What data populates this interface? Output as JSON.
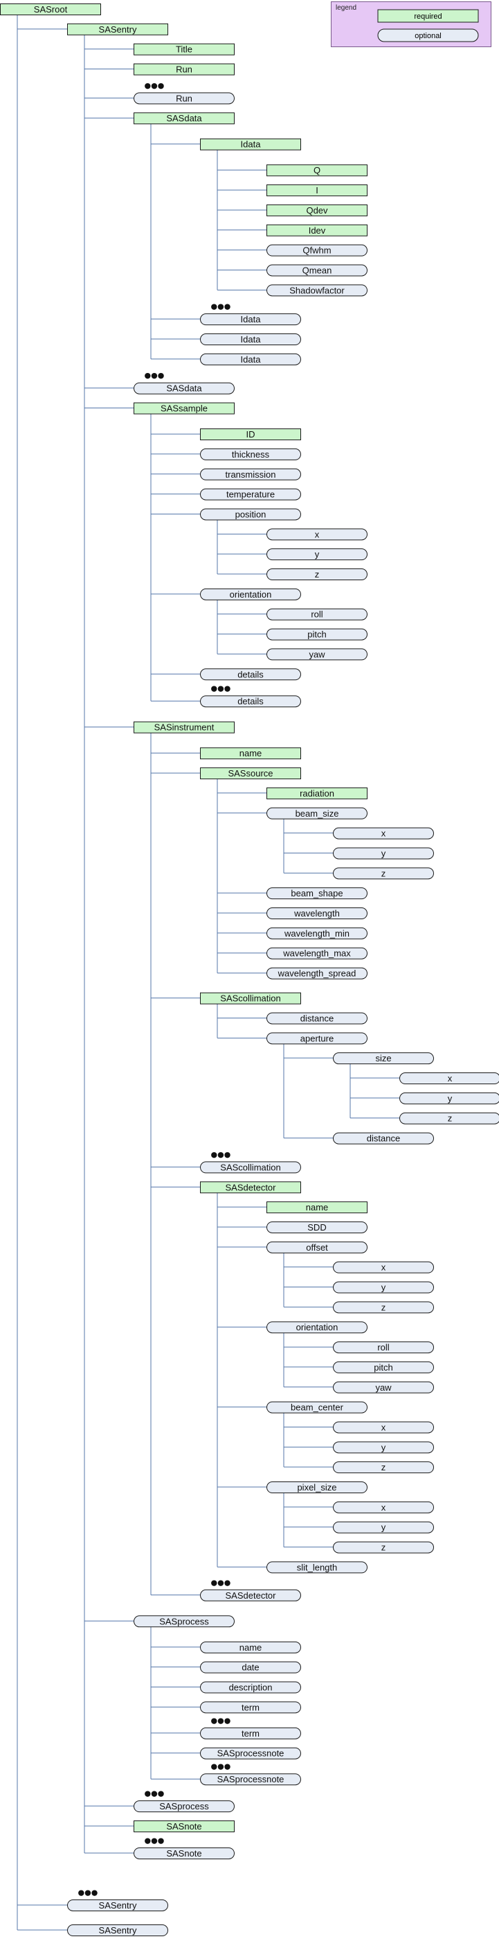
{
  "legend": {
    "title": "legend",
    "required_label": "required",
    "optional_label": "optional"
  },
  "colors": {
    "required_fill": "#ccf5cc",
    "optional_fill": "#e6ecf5",
    "box_stroke": "#1a1a1a",
    "line": "#5577aa",
    "legend_fill": "#e6c8f5"
  },
  "ellipsis": "●●●",
  "tree": [
    {
      "label": "SASroot",
      "kind": "required",
      "level": 0,
      "row": 0
    },
    {
      "label": "SASentry",
      "kind": "required",
      "level": 1,
      "row": 1
    },
    {
      "label": "Title",
      "kind": "required",
      "level": 2,
      "row": 2
    },
    {
      "label": "Run",
      "kind": "required",
      "level": 2,
      "row": 3
    },
    {
      "label": "Run",
      "kind": "optional",
      "level": 2,
      "row": 4.45,
      "ellipsis": true
    },
    {
      "label": "SASdata",
      "kind": "required",
      "level": 2,
      "row": 5.45
    },
    {
      "label": "Idata",
      "kind": "required",
      "level": 3,
      "row": 6.75
    },
    {
      "label": "Q",
      "kind": "required",
      "level": 4,
      "row": 8.05
    },
    {
      "label": "I",
      "kind": "required",
      "level": 4,
      "row": 9.05
    },
    {
      "label": "Qdev",
      "kind": "required",
      "level": 4,
      "row": 10.05
    },
    {
      "label": "Idev",
      "kind": "required",
      "level": 4,
      "row": 11.05
    },
    {
      "label": "Qfwhm",
      "kind": "optional",
      "level": 4,
      "row": 12.05
    },
    {
      "label": "Qmean",
      "kind": "optional",
      "level": 4,
      "row": 13.05
    },
    {
      "label": "Shadowfactor",
      "kind": "optional",
      "level": 4,
      "row": 14.05
    },
    {
      "label": "Idata",
      "kind": "optional",
      "level": 3,
      "row": 15.5,
      "ellipsis": true
    },
    {
      "label": "Idata",
      "kind": "optional",
      "level": 3,
      "row": 16.5
    },
    {
      "label": "Idata",
      "kind": "optional",
      "level": 3,
      "row": 17.5
    },
    {
      "label": "SASdata",
      "kind": "optional",
      "level": 2,
      "row": 18.95,
      "ellipsis": true
    },
    {
      "label": "SASsample",
      "kind": "required",
      "level": 2,
      "row": 19.95
    },
    {
      "label": "ID",
      "kind": "required",
      "level": 3,
      "row": 21.25
    },
    {
      "label": "thickness",
      "kind": "optional",
      "level": 3,
      "row": 22.25
    },
    {
      "label": "transmission",
      "kind": "optional",
      "level": 3,
      "row": 23.25
    },
    {
      "label": "temperature",
      "kind": "optional",
      "level": 3,
      "row": 24.25
    },
    {
      "label": "position",
      "kind": "optional",
      "level": 3,
      "row": 25.25
    },
    {
      "label": "x",
      "kind": "optional",
      "level": 4,
      "row": 26.25
    },
    {
      "label": "y",
      "kind": "optional",
      "level": 4,
      "row": 27.25
    },
    {
      "label": "z",
      "kind": "optional",
      "level": 4,
      "row": 28.25
    },
    {
      "label": "orientation",
      "kind": "optional",
      "level": 3,
      "row": 29.25
    },
    {
      "label": "roll",
      "kind": "optional",
      "level": 4,
      "row": 30.25
    },
    {
      "label": "pitch",
      "kind": "optional",
      "level": 4,
      "row": 31.25
    },
    {
      "label": "yaw",
      "kind": "optional",
      "level": 4,
      "row": 32.25
    },
    {
      "label": "details",
      "kind": "optional",
      "level": 3,
      "row": 33.25
    },
    {
      "label": "details",
      "kind": "optional",
      "level": 3,
      "row": 34.6,
      "ellipsis": true
    },
    {
      "label": "SASinstrument",
      "kind": "required",
      "level": 2,
      "row": 35.9
    },
    {
      "label": "name",
      "kind": "required",
      "level": 3,
      "row": 37.2
    },
    {
      "label": "SASsource",
      "kind": "required",
      "level": 3,
      "row": 38.2
    },
    {
      "label": "radiation",
      "kind": "required",
      "level": 4,
      "row": 39.2
    },
    {
      "label": "beam_size",
      "kind": "optional",
      "level": 4,
      "row": 40.2
    },
    {
      "label": "x",
      "kind": "optional",
      "level": 5,
      "row": 41.2
    },
    {
      "label": "y",
      "kind": "optional",
      "level": 5,
      "row": 42.2
    },
    {
      "label": "z",
      "kind": "optional",
      "level": 5,
      "row": 43.2
    },
    {
      "label": "beam_shape",
      "kind": "optional",
      "level": 4,
      "row": 44.2
    },
    {
      "label": "wavelength",
      "kind": "optional",
      "level": 4,
      "row": 45.2
    },
    {
      "label": "wavelength_min",
      "kind": "optional",
      "level": 4,
      "row": 46.2
    },
    {
      "label": "wavelength_max",
      "kind": "optional",
      "level": 4,
      "row": 47.2
    },
    {
      "label": "wavelength_spread",
      "kind": "optional",
      "level": 4,
      "row": 48.2
    },
    {
      "label": "SAScollimation",
      "kind": "required",
      "level": 3,
      "row": 49.45
    },
    {
      "label": "distance",
      "kind": "optional",
      "level": 4,
      "row": 50.45
    },
    {
      "label": "aperture",
      "kind": "optional",
      "level": 4,
      "row": 51.45
    },
    {
      "label": "size",
      "kind": "optional",
      "level": 5,
      "row": 52.45
    },
    {
      "label": "x",
      "kind": "optional",
      "level": 6,
      "row": 53.45
    },
    {
      "label": "y",
      "kind": "optional",
      "level": 6,
      "row": 54.45
    },
    {
      "label": "z",
      "kind": "optional",
      "level": 6,
      "row": 55.45
    },
    {
      "label": "distance",
      "kind": "optional",
      "level": 5,
      "row": 56.45
    },
    {
      "label": "SAScollimation",
      "kind": "optional",
      "level": 3,
      "row": 57.9,
      "ellipsis": true
    },
    {
      "label": "SASdetector",
      "kind": "required",
      "level": 3,
      "row": 58.9
    },
    {
      "label": "name",
      "kind": "required",
      "level": 4,
      "row": 59.9
    },
    {
      "label": "SDD",
      "kind": "optional",
      "level": 4,
      "row": 60.9
    },
    {
      "label": "offset",
      "kind": "optional",
      "level": 4,
      "row": 61.9
    },
    {
      "label": "x",
      "kind": "optional",
      "level": 5,
      "row": 62.9
    },
    {
      "label": "y",
      "kind": "optional",
      "level": 5,
      "row": 63.9
    },
    {
      "label": "z",
      "kind": "optional",
      "level": 5,
      "row": 64.9
    },
    {
      "label": "orientation",
      "kind": "optional",
      "level": 4,
      "row": 65.9
    },
    {
      "label": "roll",
      "kind": "optional",
      "level": 5,
      "row": 66.9
    },
    {
      "label": "pitch",
      "kind": "optional",
      "level": 5,
      "row": 67.9
    },
    {
      "label": "yaw",
      "kind": "optional",
      "level": 5,
      "row": 68.9
    },
    {
      "label": "beam_center",
      "kind": "optional",
      "level": 4,
      "row": 69.9
    },
    {
      "label": "x",
      "kind": "optional",
      "level": 5,
      "row": 70.9
    },
    {
      "label": "y",
      "kind": "optional",
      "level": 5,
      "row": 71.9
    },
    {
      "label": "z",
      "kind": "optional",
      "level": 5,
      "row": 72.9
    },
    {
      "label": "pixel_size",
      "kind": "optional",
      "level": 4,
      "row": 73.9
    },
    {
      "label": "x",
      "kind": "optional",
      "level": 5,
      "row": 74.9
    },
    {
      "label": "y",
      "kind": "optional",
      "level": 5,
      "row": 75.9
    },
    {
      "label": "z",
      "kind": "optional",
      "level": 5,
      "row": 76.9
    },
    {
      "label": "slit_length",
      "kind": "optional",
      "level": 4,
      "row": 77.9
    },
    {
      "label": "SASdetector",
      "kind": "optional",
      "level": 3,
      "row": 79.3,
      "ellipsis": true
    },
    {
      "label": "SASprocess",
      "kind": "optional",
      "level": 2,
      "row": 80.6
    },
    {
      "label": "name",
      "kind": "optional",
      "level": 3,
      "row": 81.9
    },
    {
      "label": "date",
      "kind": "optional",
      "level": 3,
      "row": 82.9
    },
    {
      "label": "description",
      "kind": "optional",
      "level": 3,
      "row": 83.9
    },
    {
      "label": "term",
      "kind": "optional",
      "level": 3,
      "row": 84.9
    },
    {
      "label": "term",
      "kind": "optional",
      "level": 3,
      "row": 86.2,
      "ellipsis": true
    },
    {
      "label": "SASprocessnote",
      "kind": "optional",
      "level": 3,
      "row": 87.2
    },
    {
      "label": "SASprocessnote",
      "kind": "optional",
      "level": 3,
      "row": 88.5,
      "ellipsis": true
    },
    {
      "label": "SASprocess",
      "kind": "optional",
      "level": 2,
      "row": 89.85,
      "ellipsis": true
    },
    {
      "label": "SASnote",
      "kind": "required",
      "level": 2,
      "row": 90.85
    },
    {
      "label": "SASnote",
      "kind": "optional",
      "level": 2,
      "row": 92.2,
      "ellipsis": true
    },
    {
      "label": "SASentry",
      "kind": "optional",
      "level": 1,
      "row": 94.8,
      "ellipsis": true
    },
    {
      "label": "SASentry",
      "kind": "optional",
      "level": 1,
      "row": 96.05
    }
  ]
}
